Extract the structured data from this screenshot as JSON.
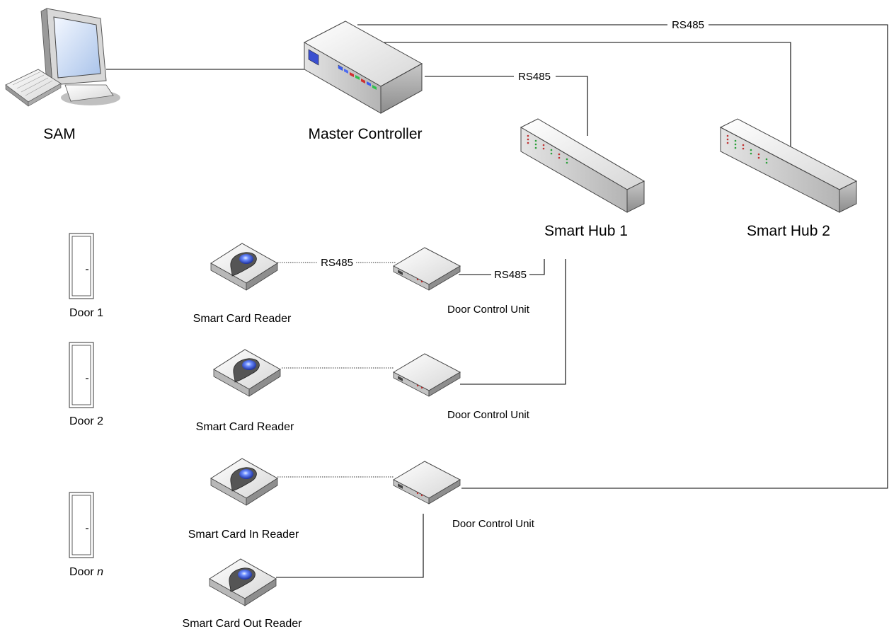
{
  "nodes": {
    "sam": "SAM",
    "master": "Master Controller",
    "hub1": "Smart Hub 1",
    "hub2": "Smart Hub 2",
    "door1": "Door 1",
    "door2": "Door 2",
    "doorN_prefix": "Door ",
    "doorN_var": "n",
    "reader1": "Smart Card Reader",
    "reader2": "Smart Card Reader",
    "reader_in": "Smart Card In Reader",
    "reader_out": "Smart Card Out Reader",
    "dcu1": "Door Control Unit",
    "dcu2": "Door Control Unit",
    "dcu3": "Door Control Unit"
  },
  "links": {
    "master_hub2": "RS485",
    "master_hub1": "RS485",
    "reader1_dcu1": "RS485",
    "dcu1_hub1": "RS485"
  }
}
